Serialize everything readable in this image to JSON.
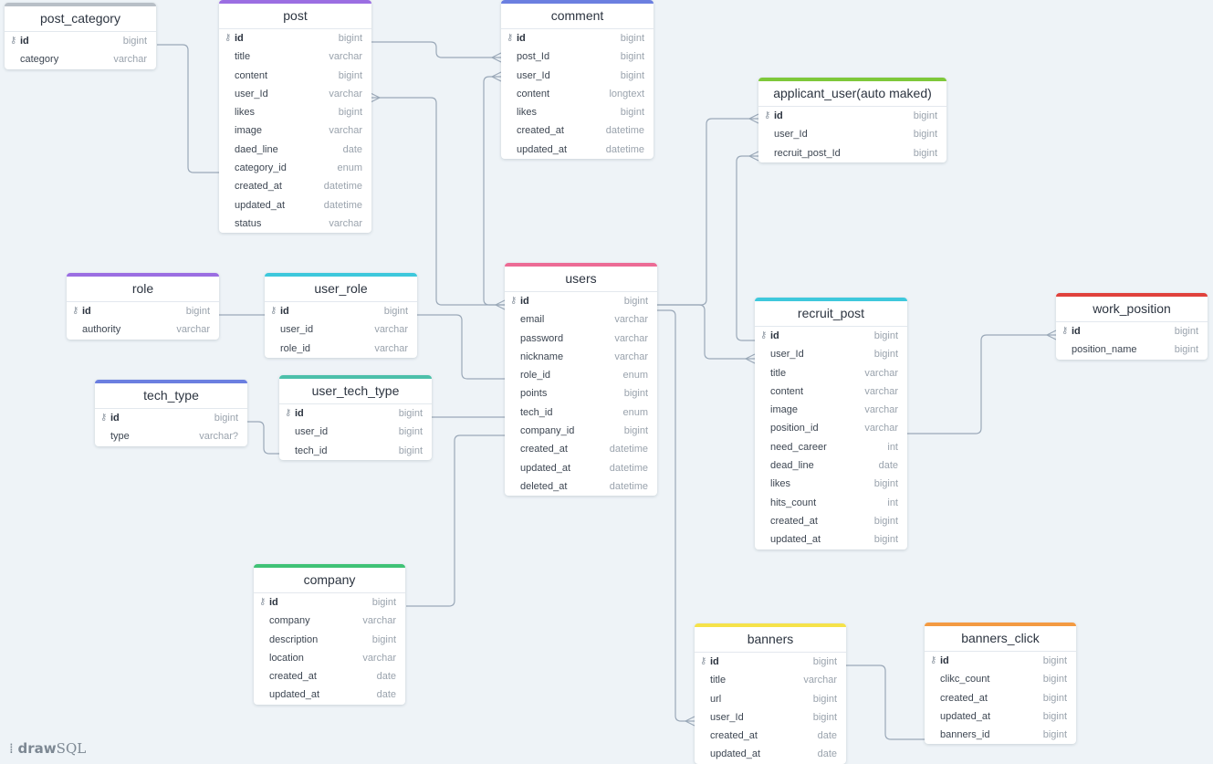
{
  "tables": [
    {
      "name": "post_category",
      "color": "#b8bfc7",
      "columns": [
        [
          "id",
          "bigint"
        ],
        [
          "category",
          "varchar"
        ]
      ]
    },
    {
      "name": "post",
      "color": "#9b6ee2",
      "columns": [
        [
          "id",
          "bigint"
        ],
        [
          "title",
          "varchar"
        ],
        [
          "content",
          "bigint"
        ],
        [
          "user_Id",
          "varchar"
        ],
        [
          "likes",
          "bigint"
        ],
        [
          "image",
          "varchar"
        ],
        [
          "daed_line",
          "date"
        ],
        [
          "category_id",
          "enum"
        ],
        [
          "created_at",
          "datetime"
        ],
        [
          "updated_at",
          "datetime"
        ],
        [
          "status",
          "varchar"
        ]
      ]
    },
    {
      "name": "comment",
      "color": "#6b7fe0",
      "columns": [
        [
          "id",
          "bigint"
        ],
        [
          "post_Id",
          "bigint"
        ],
        [
          "user_Id",
          "bigint"
        ],
        [
          "content",
          "longtext"
        ],
        [
          "likes",
          "bigint"
        ],
        [
          "created_at",
          "datetime"
        ],
        [
          "updated_at",
          "datetime"
        ]
      ]
    },
    {
      "name": "applicant_user(auto maked)",
      "color": "#7ec83a",
      "columns": [
        [
          "id",
          "bigint"
        ],
        [
          "user_Id",
          "bigint"
        ],
        [
          "recruit_post_Id",
          "bigint"
        ]
      ]
    },
    {
      "name": "role",
      "color": "#9b6ee2",
      "columns": [
        [
          "id",
          "bigint"
        ],
        [
          "authority",
          "varchar"
        ]
      ]
    },
    {
      "name": "user_role",
      "color": "#3ec8dc",
      "columns": [
        [
          "id",
          "bigint"
        ],
        [
          "user_id",
          "varchar"
        ],
        [
          "role_id",
          "varchar"
        ]
      ]
    },
    {
      "name": "users",
      "color": "#ec6b95",
      "columns": [
        [
          "id",
          "bigint"
        ],
        [
          "email",
          "varchar"
        ],
        [
          "password",
          "varchar"
        ],
        [
          "nickname",
          "varchar"
        ],
        [
          "role_id",
          "enum"
        ],
        [
          "points",
          "bigint"
        ],
        [
          "tech_id",
          "enum"
        ],
        [
          "company_id",
          "bigint"
        ],
        [
          "created_at",
          "datetime"
        ],
        [
          "updated_at",
          "datetime"
        ],
        [
          "deleted_at",
          "datetime"
        ]
      ]
    },
    {
      "name": "recruit_post",
      "color": "#3ec8dc",
      "columns": [
        [
          "id",
          "bigint"
        ],
        [
          "user_Id",
          "bigint"
        ],
        [
          "title",
          "varchar"
        ],
        [
          "content",
          "varchar"
        ],
        [
          "image",
          "varchar"
        ],
        [
          "position_id",
          "varchar"
        ],
        [
          "need_career",
          "int"
        ],
        [
          "dead_line",
          "date"
        ],
        [
          "likes",
          "bigint"
        ],
        [
          "hits_count",
          "int"
        ],
        [
          "created_at",
          "bigint"
        ],
        [
          "updated_at",
          "bigint"
        ]
      ]
    },
    {
      "name": "work_position",
      "color": "#e0413c",
      "columns": [
        [
          "id",
          "bigint"
        ],
        [
          "position_name",
          "bigint"
        ]
      ]
    },
    {
      "name": "tech_type",
      "color": "#6b7fe0",
      "columns": [
        [
          "id",
          "bigint"
        ],
        [
          "type",
          "varchar?"
        ]
      ]
    },
    {
      "name": "user_tech_type",
      "color": "#4cc0aa",
      "columns": [
        [
          "id",
          "bigint"
        ],
        [
          "user_id",
          "bigint"
        ],
        [
          "tech_id",
          "bigint"
        ]
      ]
    },
    {
      "name": "company",
      "color": "#3fc276",
      "columns": [
        [
          "id",
          "bigint"
        ],
        [
          "company",
          "varchar"
        ],
        [
          "description",
          "bigint"
        ],
        [
          "location",
          "varchar"
        ],
        [
          "created_at",
          "date"
        ],
        [
          "updated_at",
          "date"
        ]
      ]
    },
    {
      "name": "banners",
      "color": "#f5e24a",
      "columns": [
        [
          "id",
          "bigint"
        ],
        [
          "title",
          "varchar"
        ],
        [
          "url",
          "bigint"
        ],
        [
          "user_Id",
          "bigint"
        ],
        [
          "created_at",
          "date"
        ],
        [
          "updated_at",
          "date"
        ]
      ]
    },
    {
      "name": "banners_click",
      "color": "#f39a42",
      "columns": [
        [
          "id",
          "bigint"
        ],
        [
          "clikc_count",
          "bigint"
        ],
        [
          "created_at",
          "bigint"
        ],
        [
          "updated_at",
          "bigint"
        ],
        [
          "banners_id",
          "bigint"
        ]
      ]
    }
  ],
  "branding": {
    "logo_bold": "draw",
    "logo_light": "SQL",
    "icon": "drawsql-logo-icon"
  },
  "line_color": "#9aa8b8"
}
